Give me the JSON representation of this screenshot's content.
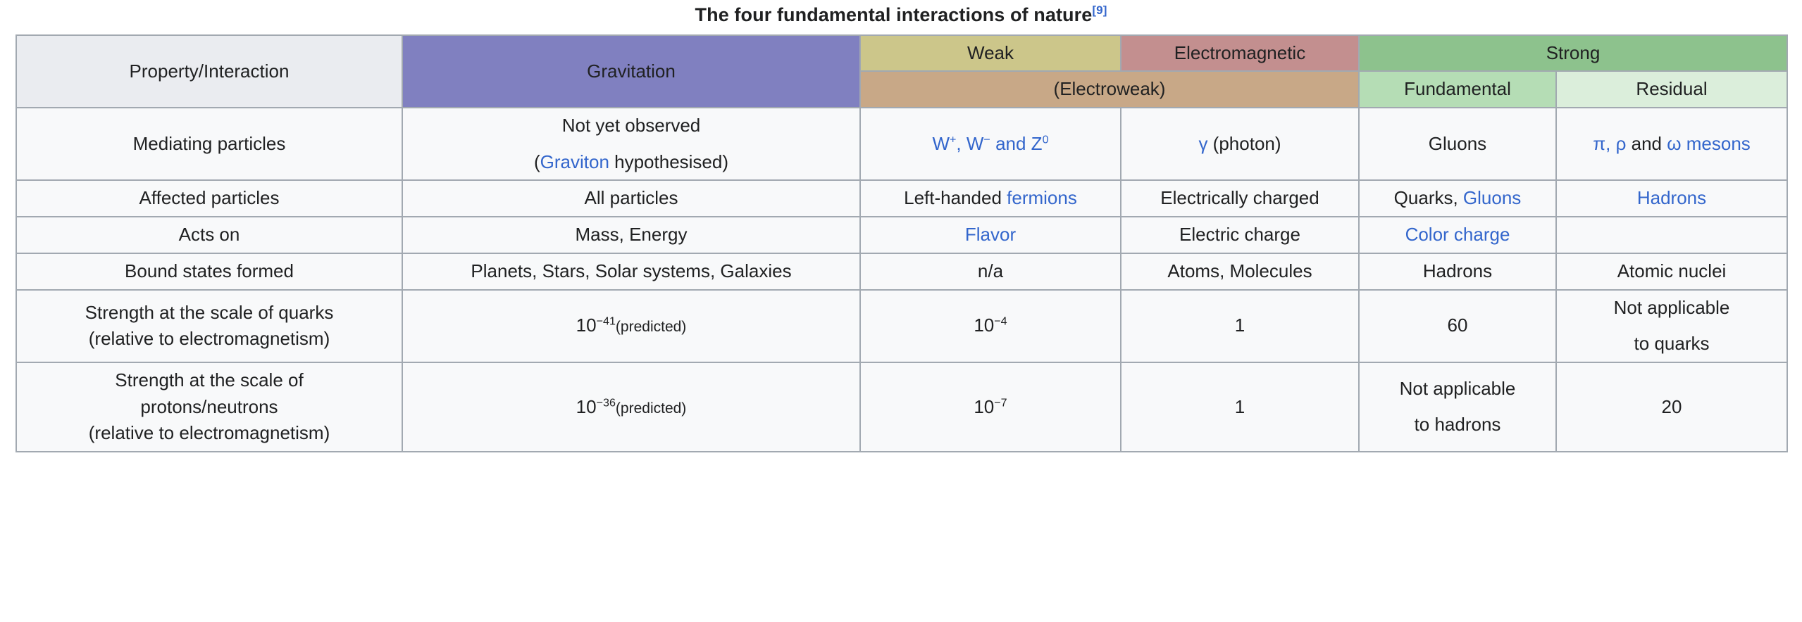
{
  "caption": {
    "text": "The four fundamental interactions of nature",
    "reference": "[9]"
  },
  "colors": {
    "property_header_bg": "#eaecf0",
    "gravitation_bg": "#8080c0",
    "weak_bg": "#ccc68a",
    "electromagnetic_bg": "#c38f8f",
    "strong_bg": "#8dc28d",
    "electroweak_bg": "#c8a887",
    "fundamental_bg": "#b5ddb5",
    "residual_bg": "#dbeedb",
    "link_blue": "#3366cc",
    "cell_bg": "#f8f9fa",
    "border": "#a2a9b1"
  },
  "header": {
    "property_interaction": "Property/Interaction",
    "gravitation": "Gravitation",
    "weak": "Weak",
    "electromagnetic": "Electromagnetic",
    "strong": "Strong",
    "electroweak": "(Electroweak)",
    "fundamental": "Fundamental",
    "residual": "Residual"
  },
  "rows": {
    "mediating": {
      "label": "Mediating particles",
      "gravitation_line1": "Not yet observed",
      "gravitation_open": "(",
      "gravitation_link": "Graviton",
      "gravitation_rest": " hypothesised)",
      "weak_w_plus": "W",
      "weak_w_plus_sup": "+",
      "weak_sep1": ", ",
      "weak_w_minus": "W",
      "weak_w_minus_sup": "−",
      "weak_and": " and ",
      "weak_z": "Z",
      "weak_z_sup": "0",
      "em_gamma": "γ",
      "em_photon": " (photon)",
      "fundamental": "Gluons",
      "residual_pi_rho": "π, ρ",
      "residual_and": " and ",
      "residual_omega": "ω mesons"
    },
    "affected": {
      "label": "Affected particles",
      "gravitation": "All particles",
      "weak_prefix": "Left-handed ",
      "weak_link": "fermions",
      "electromagnetic": "Electrically charged",
      "fundamental_prefix": "Quarks, ",
      "fundamental_link": "Gluons",
      "residual_link": "Hadrons"
    },
    "acts_on": {
      "label": "Acts on",
      "gravitation": "Mass, Energy",
      "weak_link": "Flavor",
      "electromagnetic": "Electric charge",
      "fundamental_link": "Color charge",
      "residual": ""
    },
    "bound_states": {
      "label": "Bound states formed",
      "gravitation": "Planets, Stars, Solar systems, Galaxies",
      "weak": "n/a",
      "electromagnetic": "Atoms, Molecules",
      "fundamental": "Hadrons",
      "residual": "Atomic nuclei"
    },
    "strength_quarks": {
      "label_line1": "Strength at the scale of quarks",
      "label_line2": "(relative to electromagnetism)",
      "gravitation_base": "10",
      "gravitation_exp": "−41",
      "gravitation_note": "(predicted)",
      "weak_base": "10",
      "weak_exp": "−4",
      "electromagnetic": "1",
      "fundamental": "60",
      "residual_line1": "Not applicable",
      "residual_line2": "to quarks"
    },
    "strength_protons": {
      "label_line1": "Strength at the scale of",
      "label_line2": "protons/neutrons",
      "label_line3": "(relative to electromagnetism)",
      "gravitation_base": "10",
      "gravitation_exp": "−36",
      "gravitation_note": "(predicted)",
      "weak_base": "10",
      "weak_exp": "−7",
      "electromagnetic": "1",
      "fundamental_line1": "Not applicable",
      "fundamental_line2": "to hadrons",
      "residual": "20"
    }
  }
}
